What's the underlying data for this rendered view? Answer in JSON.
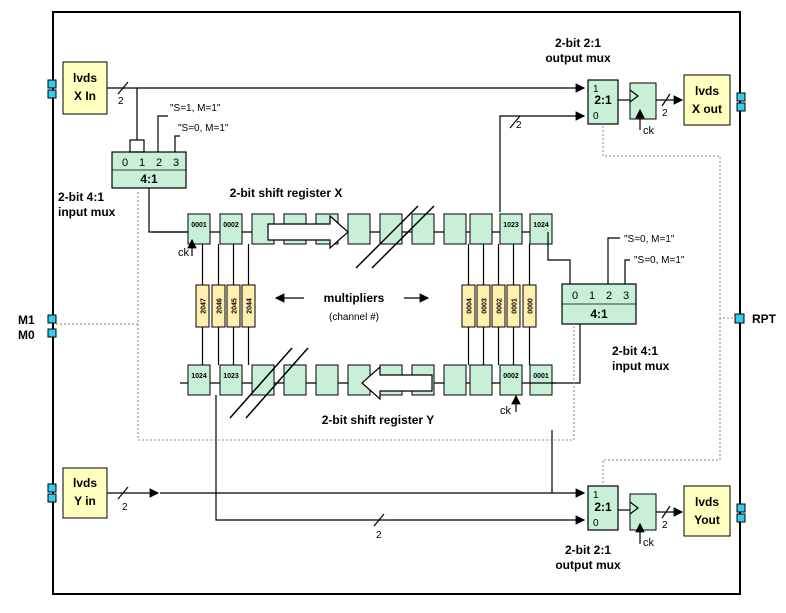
{
  "ports": {
    "x_in": [
      "lvds",
      "X In"
    ],
    "y_in": [
      "lvds",
      "Y in"
    ],
    "x_out": [
      "lvds",
      "X out"
    ],
    "y_out": [
      "lvds",
      "Yout"
    ],
    "m1": "M1",
    "m0": "M0",
    "rpt": "RPT"
  },
  "mux_top_out": {
    "title": [
      "2-bit 2:1",
      "output mux"
    ],
    "inputs": [
      "1",
      "0"
    ],
    "label": "2:1"
  },
  "mux_bot_out": {
    "title": [
      "2-bit 2:1",
      "output mux"
    ],
    "inputs": [
      "1",
      "0"
    ],
    "label": "2:1"
  },
  "mux_in_x": {
    "title": [
      "2-bit 4:1",
      "input mux"
    ],
    "inputs": [
      "0",
      "1",
      "2",
      "3"
    ],
    "label": "4:1",
    "notes": [
      "\"S=1, M=1\"",
      "\"S=0, M=1\""
    ]
  },
  "mux_in_y": {
    "title": [
      "2-bit 4:1",
      "input mux"
    ],
    "inputs": [
      "0",
      "1",
      "2",
      "3"
    ],
    "label": "4:1",
    "notes": [
      "\"S=0, M=1\"",
      "\"S=0, M=1\""
    ]
  },
  "reg_x": {
    "title": "2-bit shift register  X",
    "cells": [
      "0001",
      "0002",
      "",
      "",
      "",
      "",
      "",
      "",
      "",
      "",
      "1023",
      "1024"
    ]
  },
  "reg_y": {
    "title": "2-bit shift register  Y",
    "cells": [
      "1024",
      "1023",
      "",
      "",
      "",
      "",
      "",
      "",
      "",
      "",
      "0002",
      "0001"
    ]
  },
  "multipliers": {
    "title": "multipliers",
    "subtitle": "(channel #)",
    "left": [
      "2047",
      "2046",
      "2045",
      "2044"
    ],
    "right": [
      "0004",
      "0003",
      "0002",
      "0001",
      "0000"
    ]
  },
  "clock_label": "ck",
  "bus_width": "2"
}
